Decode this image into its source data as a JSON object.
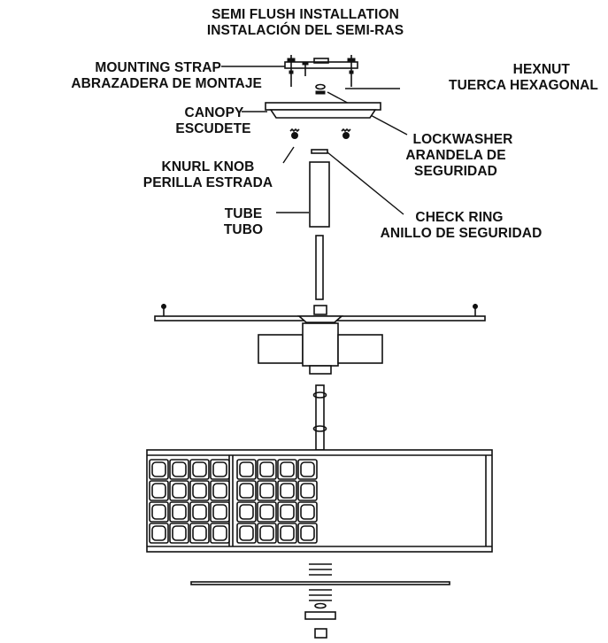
{
  "title": {
    "line1": "SEMI FLUSH INSTALLATION",
    "line2": "INSTALACIÓN DEL SEMI-RAS"
  },
  "labels": {
    "mounting_strap": {
      "en": "MOUNTING STRAP",
      "es": "ABRAZADERA DE MONTAJE"
    },
    "hexnut": {
      "en": "HEXNUT",
      "es": "TUERCA HEXAGONAL"
    },
    "canopy": {
      "en": "CANOPY",
      "es": "ESCUDETE"
    },
    "lockwasher": {
      "en": "LOCKWASHER",
      "es1": "ARANDELA DE",
      "es2": "SEGURIDAD"
    },
    "knurl_knob": {
      "en": "KNURL KNOB",
      "es": "PERILLA ESTRADA"
    },
    "tube": {
      "en": "TUBE",
      "es": "TUBO"
    },
    "check_ring": {
      "en": "CHECK RING",
      "es": "ANILLO DE SEGURIDAD"
    }
  },
  "colors": {
    "ink": "#111111",
    "paper": "#ffffff"
  }
}
